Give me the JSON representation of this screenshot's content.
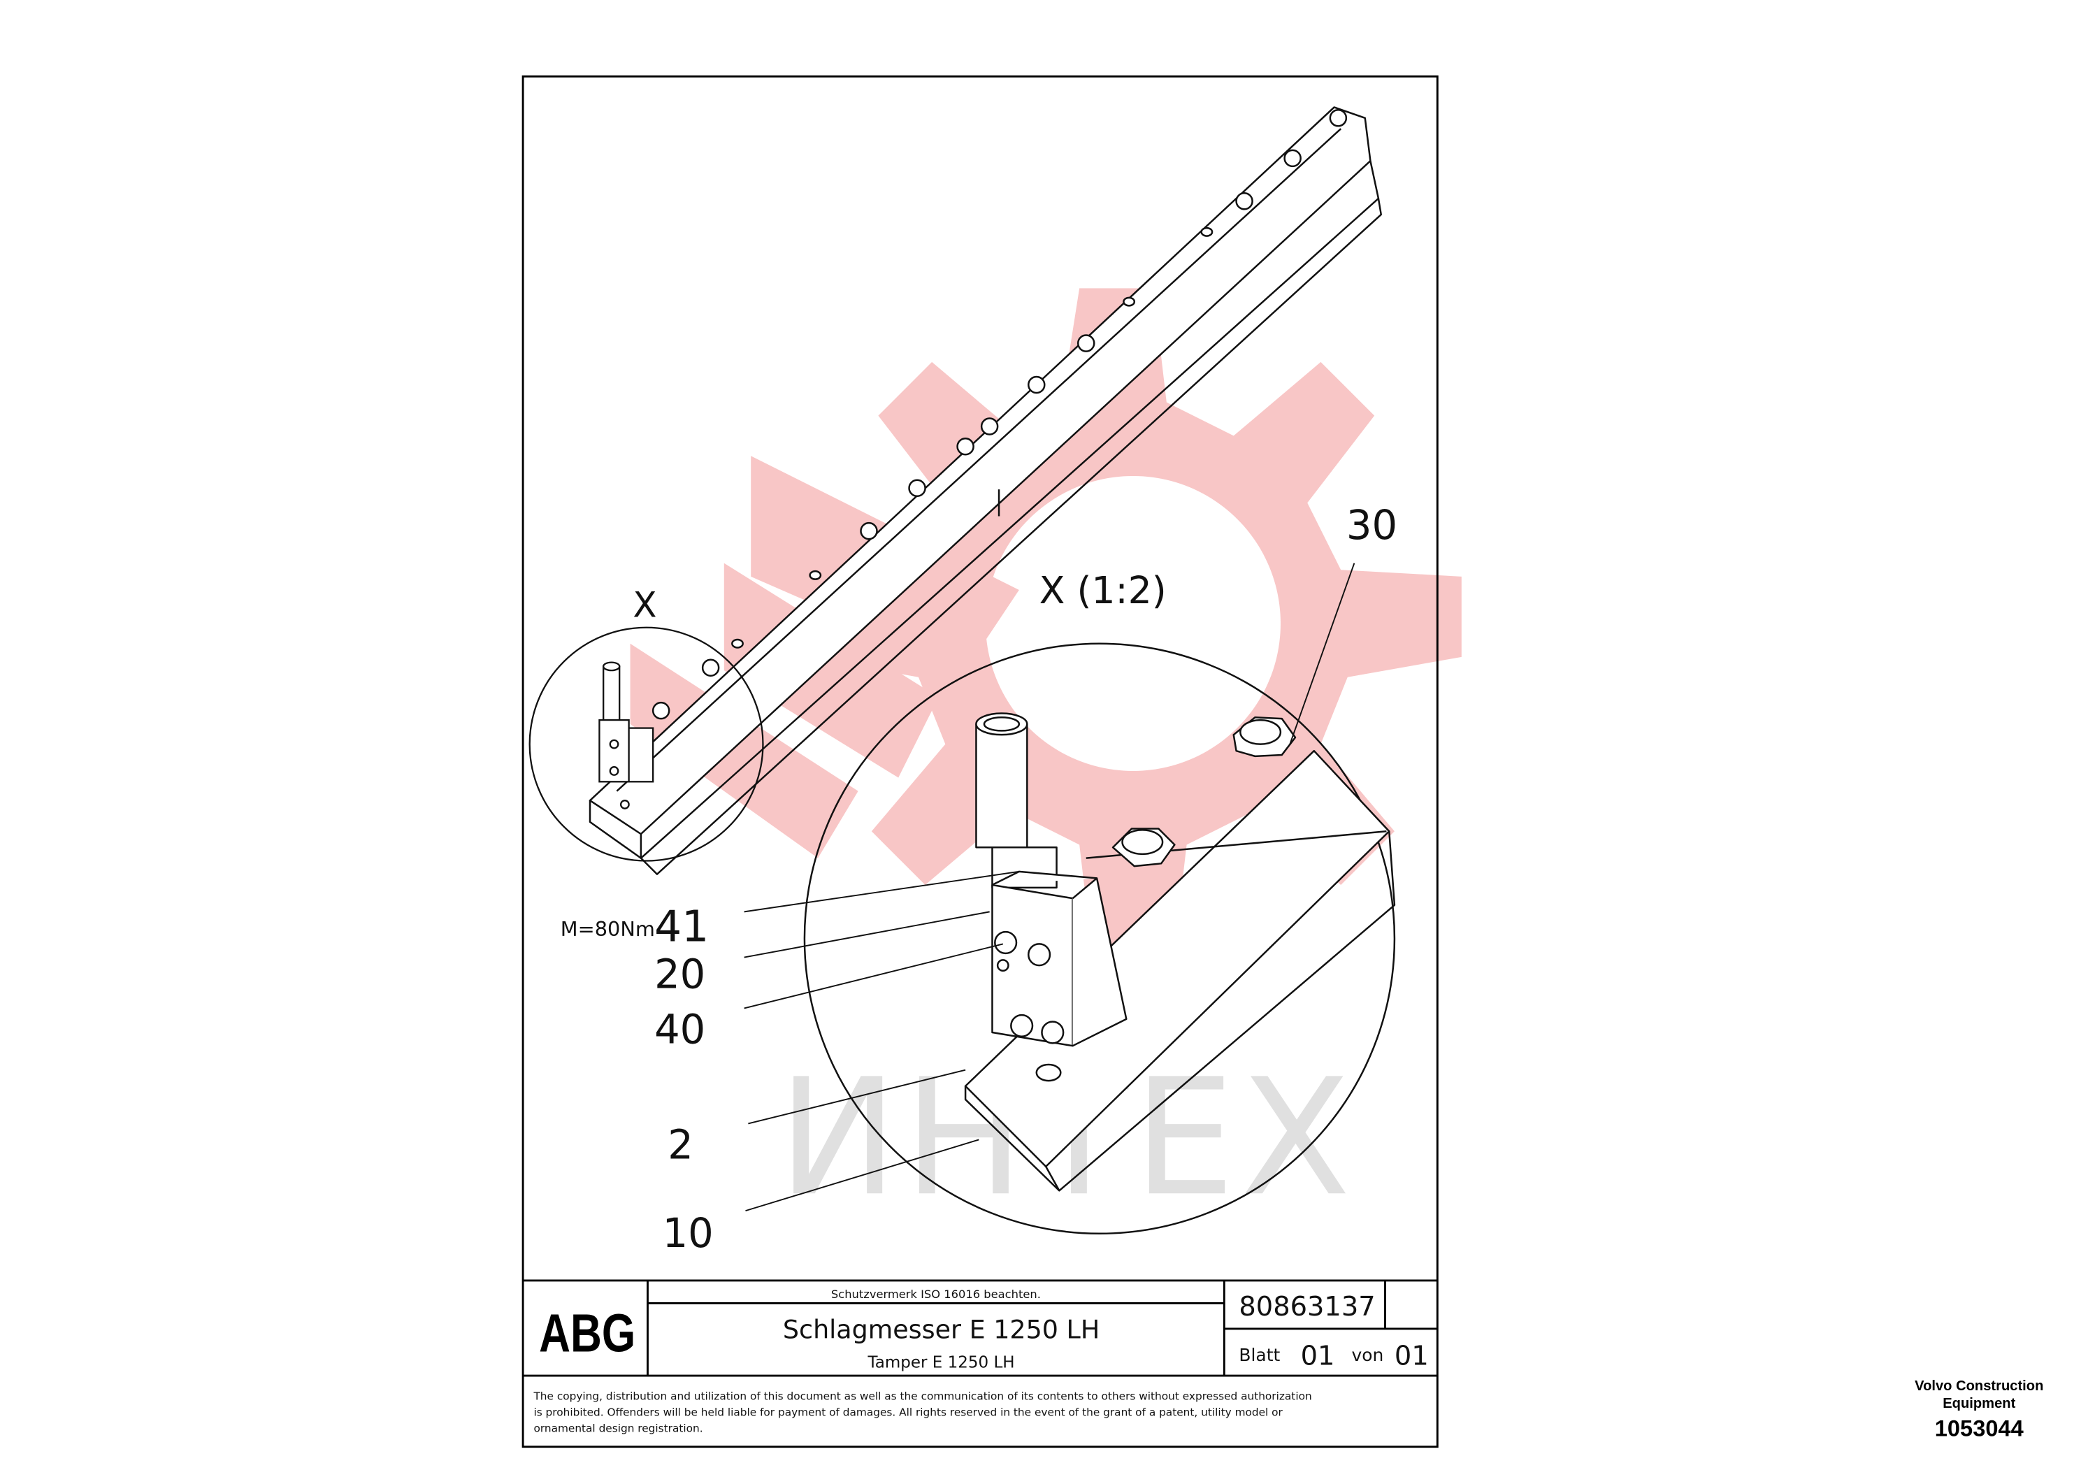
{
  "watermark": {
    "text": "ИНТЕХ",
    "gear_color": "#f4a5a5",
    "text_color": "#d9d9d9"
  },
  "drawing": {
    "detail_mark": "X",
    "detail_view_label": "X (1:2)",
    "torque_note": "M=80Nm",
    "item_numbers": {
      "i30": "30",
      "i41": "41",
      "i20": "20",
      "i40": "40",
      "i2": "2",
      "i10": "10"
    }
  },
  "title_block": {
    "logo": "ABG",
    "protection_note": "Schutzvermerk ISO 16016 beachten.",
    "title_de": "Schlagmesser E 1250 LH",
    "title_en": "Tamper E 1250 LH",
    "drawing_number": "80863137",
    "sheet_label": "Blatt",
    "sheet_number": "01",
    "of_label": "von",
    "sheet_total": "01",
    "disclaimer_line1": "The copying, distribution and utilization of this document as well as the communication of its contents to others without expressed authorization",
    "disclaimer_line2": "is prohibited. Offenders will be held liable for payment of damages. All rights reserved in the event of the grant of a patent, utility model or",
    "disclaimer_line3": "ornamental design registration."
  },
  "publisher": {
    "line1": "Volvo Construction",
    "line2": "Equipment",
    "number": "1053044"
  }
}
